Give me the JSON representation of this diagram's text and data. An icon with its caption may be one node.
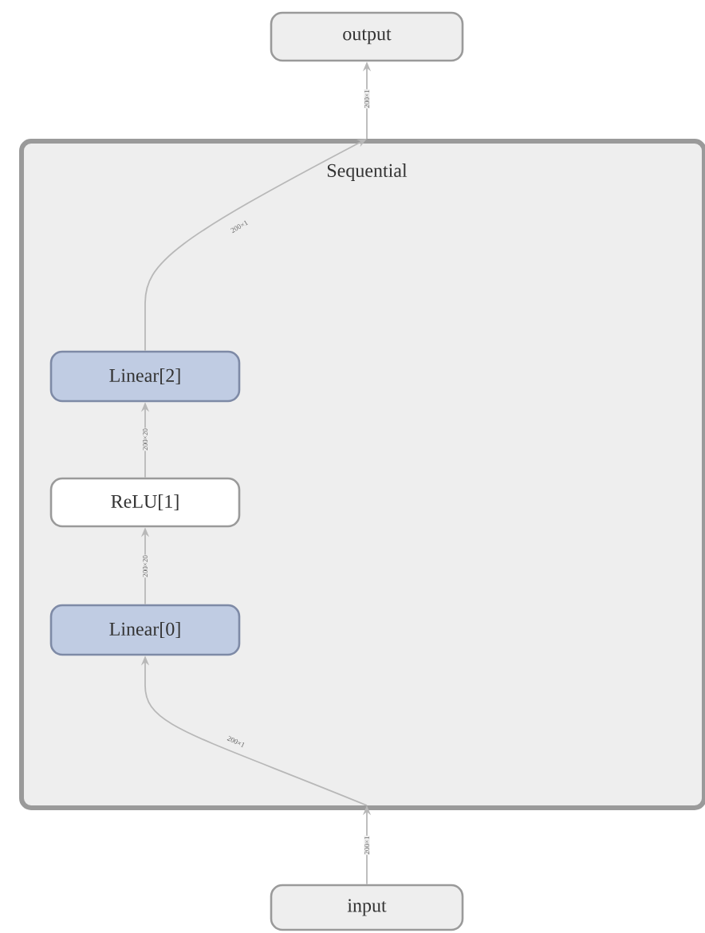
{
  "diagram": {
    "nodes": [
      {
        "text": [
          "output"
        ]
      },
      {
        "text": [
          "Sequential"
        ]
      },
      {
        "text": [
          "Linear[2]"
        ],
        "in": 1
      },
      {
        "text": [
          "ReLU[1]"
        ],
        "in": 1
      },
      {
        "text": [
          "Linear[0]"
        ],
        "in": 1
      },
      {
        "text": [
          "input"
        ]
      }
    ],
    "edges": [
      {
        "from": 5,
        "to": 1,
        "arrow": "to",
        "label": "200×1"
      },
      {
        "from": 1,
        "to": 4,
        "arrow": "to",
        "label": "200×1"
      },
      {
        "from": 4,
        "to": 3,
        "arrow": "to",
        "label": "200×20"
      },
      {
        "from": 3,
        "to": 2,
        "arrow": "to",
        "label": "200×20"
      },
      {
        "from": 2,
        "to": 1,
        "arrow": "to",
        "label": "200×1"
      },
      {
        "from": 1,
        "to": 0,
        "arrow": "to",
        "label": "200×1"
      }
    ]
  }
}
